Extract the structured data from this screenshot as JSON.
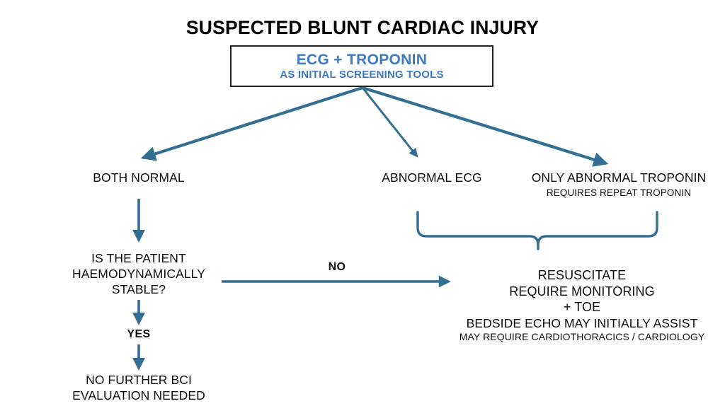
{
  "diagram": {
    "title": "SUSPECTED BLUNT CARDIAC INJURY",
    "accent_color": "#336E93",
    "box_text_color": "#3C7AC4",
    "box_border_color": "#222222",
    "text_color": "#0d0d0d",
    "background": "#ffffff"
  },
  "screening_box": {
    "line1": "ECG + TROPONIN",
    "line2": "AS INITIAL SCREENING TOOLS"
  },
  "branches": {
    "left": {
      "label": "BOTH NORMAL"
    },
    "middle": {
      "label": "ABNORMAL ECG"
    },
    "right": {
      "label": "ONLY ABNORMAL TROPONIN",
      "sublabel": "REQUIRES REPEAT TROPONIN"
    }
  },
  "decision": {
    "line1": "IS THE PATIENT",
    "line2": "HAEMODYNAMICALLY",
    "line3": "STABLE?"
  },
  "edge_labels": {
    "no": "NO",
    "yes": "YES"
  },
  "outcomes": {
    "left": {
      "line1": "NO FURTHER BCI",
      "line2": "EVALUATION NEEDED"
    },
    "right": {
      "line1": "RESUSCITATE",
      "line2": "REQUIRE MONITORING",
      "line3": "+ TOE",
      "line4": "BEDSIDE ECHO MAY INITIALLY ASSIST",
      "line5": "MAY REQUIRE CARDIOTHORACICS / CARDIOLOGY"
    }
  }
}
